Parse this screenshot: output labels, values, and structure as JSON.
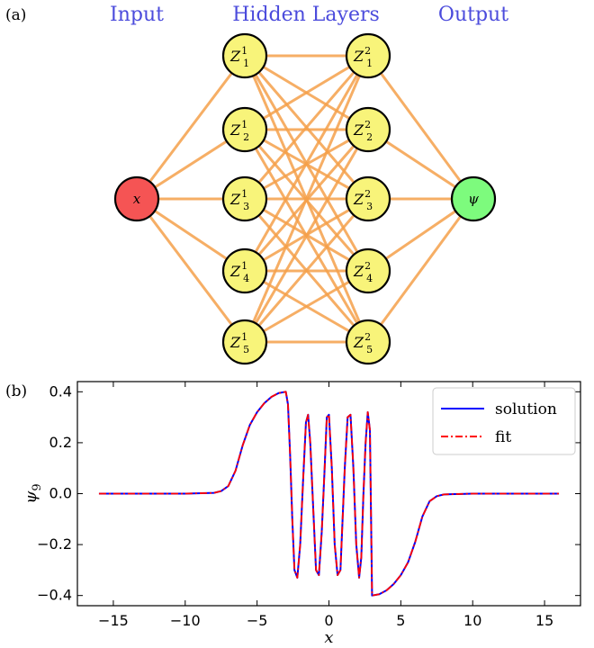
{
  "figure": {
    "panel_a_label": "(a)",
    "panel_b_label": "(b)"
  },
  "network": {
    "headers": {
      "input": "Input",
      "hidden": "Hidden Layers",
      "output": "Output"
    },
    "input_node": {
      "label": "x",
      "color": "#f55454"
    },
    "hidden_layer_1": [
      {
        "base": "Z",
        "sup": "1",
        "sub": "1"
      },
      {
        "base": "Z",
        "sup": "1",
        "sub": "2"
      },
      {
        "base": "Z",
        "sup": "1",
        "sub": "3"
      },
      {
        "base": "Z",
        "sup": "1",
        "sub": "4"
      },
      {
        "base": "Z",
        "sup": "1",
        "sub": "5"
      }
    ],
    "hidden_layer_2": [
      {
        "base": "Z",
        "sup": "2",
        "sub": "1"
      },
      {
        "base": "Z",
        "sup": "2",
        "sub": "2"
      },
      {
        "base": "Z",
        "sup": "2",
        "sub": "3"
      },
      {
        "base": "Z",
        "sup": "2",
        "sub": "4"
      },
      {
        "base": "Z",
        "sup": "2",
        "sub": "5"
      }
    ],
    "hidden_color": "#f8f47a",
    "output_node": {
      "label": "ψ",
      "color": "#7dfb7d"
    },
    "edge_color": "#f5a04a"
  },
  "chart_data": {
    "type": "line",
    "xlabel": "x",
    "ylabel": "ψ9",
    "xlim": [
      -17.5,
      17.5
    ],
    "ylim": [
      -0.44,
      0.44
    ],
    "xticks": [
      -15,
      -10,
      -5,
      0,
      5,
      10,
      15
    ],
    "xtick_labels": [
      "−15",
      "−10",
      "−5",
      "0",
      "5",
      "10",
      "15"
    ],
    "yticks": [
      -0.4,
      -0.2,
      0.0,
      0.2,
      0.4
    ],
    "ytick_labels": [
      "−0.4",
      "−0.2",
      "0.0",
      "0.2",
      "0.4"
    ],
    "legend_position": "top-right",
    "series": [
      {
        "name": "solution",
        "color": "#0000ff",
        "style": "solid",
        "x": [
          -16,
          -10,
          -8,
          -7.5,
          -7,
          -6.5,
          -6,
          -5.5,
          -5,
          -4.5,
          -4,
          -3.5,
          -3,
          -2.85,
          -2.7,
          -2.55,
          -2.4,
          -2.2,
          -2.0,
          -1.8,
          -1.6,
          -1.45,
          -1.3,
          -1.1,
          -0.9,
          -0.7,
          -0.5,
          -0.3,
          -0.15,
          0,
          0.2,
          0.4,
          0.6,
          0.8,
          0.95,
          1.1,
          1.3,
          1.5,
          1.7,
          1.9,
          2.1,
          2.25,
          2.4,
          2.55,
          2.7,
          2.85,
          3,
          3.5,
          4,
          4.5,
          5,
          5.5,
          6,
          6.5,
          7,
          7.5,
          8,
          10,
          16
        ],
        "y": [
          0,
          0,
          0.003,
          0.01,
          0.03,
          0.09,
          0.19,
          0.27,
          0.32,
          0.355,
          0.38,
          0.395,
          0.4,
          0.35,
          0.15,
          -0.1,
          -0.3,
          -0.33,
          -0.2,
          0.05,
          0.28,
          0.31,
          0.2,
          -0.05,
          -0.3,
          -0.32,
          -0.15,
          0.1,
          0.3,
          0.31,
          0.1,
          -0.2,
          -0.32,
          -0.3,
          -0.1,
          0.1,
          0.3,
          0.31,
          0.1,
          -0.2,
          -0.33,
          -0.25,
          0,
          0.2,
          0.32,
          0.25,
          -0.4,
          -0.395,
          -0.38,
          -0.355,
          -0.32,
          -0.27,
          -0.19,
          -0.09,
          -0.03,
          -0.01,
          -0.003,
          0,
          0
        ]
      },
      {
        "name": "fit",
        "color": "#ff0000",
        "style": "dashdot",
        "x": [
          -16,
          -10,
          -8,
          -7.5,
          -7,
          -6.5,
          -6,
          -5.5,
          -5,
          -4.5,
          -4,
          -3.5,
          -3,
          -2.85,
          -2.7,
          -2.55,
          -2.4,
          -2.2,
          -2.0,
          -1.8,
          -1.6,
          -1.45,
          -1.3,
          -1.1,
          -0.9,
          -0.7,
          -0.5,
          -0.3,
          -0.15,
          0,
          0.2,
          0.4,
          0.6,
          0.8,
          0.95,
          1.1,
          1.3,
          1.5,
          1.7,
          1.9,
          2.1,
          2.25,
          2.4,
          2.55,
          2.7,
          2.85,
          3,
          3.5,
          4,
          4.5,
          5,
          5.5,
          6,
          6.5,
          7,
          7.5,
          8,
          10,
          16
        ],
        "y": [
          0,
          0,
          0.003,
          0.01,
          0.03,
          0.09,
          0.19,
          0.27,
          0.32,
          0.355,
          0.38,
          0.395,
          0.4,
          0.35,
          0.15,
          -0.1,
          -0.3,
          -0.33,
          -0.2,
          0.05,
          0.28,
          0.31,
          0.2,
          -0.05,
          -0.3,
          -0.32,
          -0.15,
          0.1,
          0.3,
          0.31,
          0.1,
          -0.2,
          -0.32,
          -0.3,
          -0.1,
          0.1,
          0.3,
          0.31,
          0.1,
          -0.2,
          -0.33,
          -0.25,
          0,
          0.2,
          0.32,
          0.25,
          -0.4,
          -0.395,
          -0.38,
          -0.355,
          -0.32,
          -0.27,
          -0.19,
          -0.09,
          -0.03,
          -0.01,
          -0.003,
          0,
          0
        ]
      }
    ]
  }
}
